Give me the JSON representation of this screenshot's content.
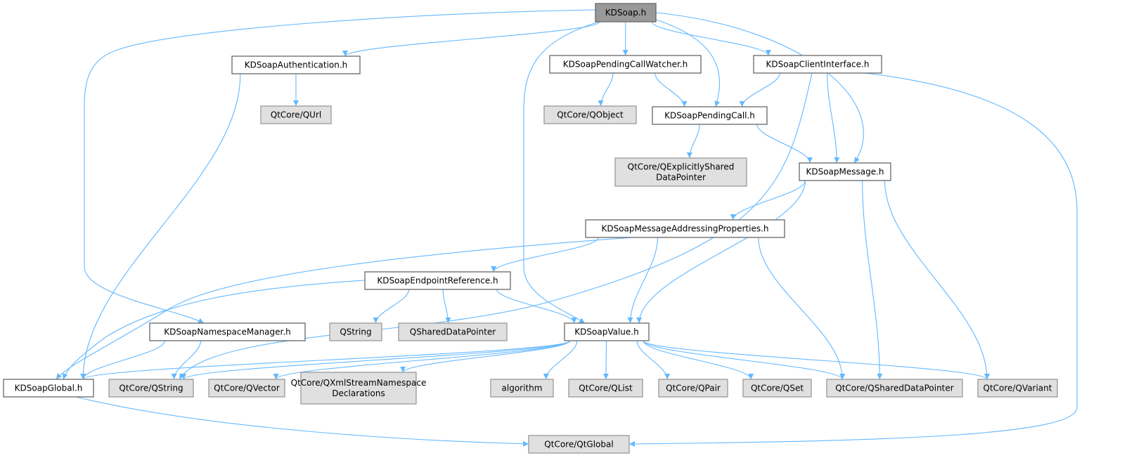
{
  "title": "KDSoap.h include dependency graph",
  "colors": {
    "edge": "#63b8ff",
    "root_fill": "#999999",
    "local_fill": "#ffffff",
    "system_fill": "#e0e0e0",
    "border": "#666666",
    "system_border": "#999999"
  },
  "nodes": [
    {
      "id": "kdsoap",
      "label": "KDSoap.h",
      "kind": "root"
    },
    {
      "id": "auth",
      "label": "KDSoapAuthentication.h",
      "kind": "local"
    },
    {
      "id": "watcher",
      "label": "KDSoapPendingCallWatcher.h",
      "kind": "local"
    },
    {
      "id": "client",
      "label": "KDSoapClientInterface.h",
      "kind": "local"
    },
    {
      "id": "qurl",
      "label": "QtCore/QUrl",
      "kind": "system"
    },
    {
      "id": "qobject",
      "label": "QtCore/QObject",
      "kind": "system"
    },
    {
      "id": "pending",
      "label": "KDSoapPendingCall.h",
      "kind": "local"
    },
    {
      "id": "qexpl",
      "label": "QtCore/QExplicitlyShared\nDataPointer",
      "kind": "system"
    },
    {
      "id": "message",
      "label": "KDSoapMessage.h",
      "kind": "local"
    },
    {
      "id": "map",
      "label": "KDSoapMessageAddressingProperties.h",
      "kind": "local"
    },
    {
      "id": "endpoint",
      "label": "KDSoapEndpointReference.h",
      "kind": "local"
    },
    {
      "id": "qstring_bare",
      "label": "QString",
      "kind": "system"
    },
    {
      "id": "qshared_bare",
      "label": "QSharedDataPointer",
      "kind": "system"
    },
    {
      "id": "value",
      "label": "KDSoapValue.h",
      "kind": "local"
    },
    {
      "id": "nsmgr",
      "label": "KDSoapNamespaceManager.h",
      "kind": "local"
    },
    {
      "id": "global",
      "label": "KDSoapGlobal.h",
      "kind": "local"
    },
    {
      "id": "qstring",
      "label": "QtCore/QString",
      "kind": "system"
    },
    {
      "id": "qvector",
      "label": "QtCore/QVector",
      "kind": "system"
    },
    {
      "id": "qxml",
      "label": "QtCore/QXmlStreamNamespace\nDeclarations",
      "kind": "system"
    },
    {
      "id": "algorithm",
      "label": "algorithm",
      "kind": "system"
    },
    {
      "id": "qlist",
      "label": "QtCore/QList",
      "kind": "system"
    },
    {
      "id": "qpair",
      "label": "QtCore/QPair",
      "kind": "system"
    },
    {
      "id": "qset",
      "label": "QtCore/QSet",
      "kind": "system"
    },
    {
      "id": "qshared",
      "label": "QtCore/QSharedDataPointer",
      "kind": "system"
    },
    {
      "id": "qvariant",
      "label": "QtCore/QVariant",
      "kind": "system"
    },
    {
      "id": "qtglobal",
      "label": "QtCore/QtGlobal",
      "kind": "system"
    }
  ],
  "edges": [
    [
      "kdsoap",
      "auth"
    ],
    [
      "kdsoap",
      "watcher"
    ],
    [
      "kdsoap",
      "pending"
    ],
    [
      "kdsoap",
      "client"
    ],
    [
      "kdsoap",
      "message"
    ],
    [
      "kdsoap",
      "value"
    ],
    [
      "kdsoap",
      "nsmgr"
    ],
    [
      "auth",
      "qurl"
    ],
    [
      "auth",
      "global"
    ],
    [
      "watcher",
      "qobject"
    ],
    [
      "watcher",
      "pending"
    ],
    [
      "client",
      "pending"
    ],
    [
      "client",
      "message"
    ],
    [
      "client",
      "qstring"
    ],
    [
      "client",
      "qtglobal"
    ],
    [
      "pending",
      "qexpl"
    ],
    [
      "pending",
      "message"
    ],
    [
      "message",
      "map"
    ],
    [
      "message",
      "value"
    ],
    [
      "message",
      "qshared"
    ],
    [
      "message",
      "qvariant"
    ],
    [
      "map",
      "endpoint"
    ],
    [
      "map",
      "global"
    ],
    [
      "map",
      "value"
    ],
    [
      "map",
      "qshared"
    ],
    [
      "endpoint",
      "qstring_bare"
    ],
    [
      "endpoint",
      "qshared_bare"
    ],
    [
      "endpoint",
      "value"
    ],
    [
      "endpoint",
      "global"
    ],
    [
      "nsmgr",
      "global"
    ],
    [
      "nsmgr",
      "qstring"
    ],
    [
      "value",
      "global"
    ],
    [
      "value",
      "qstring"
    ],
    [
      "value",
      "qvector"
    ],
    [
      "value",
      "qxml"
    ],
    [
      "value",
      "algorithm"
    ],
    [
      "value",
      "qlist"
    ],
    [
      "value",
      "qpair"
    ],
    [
      "value",
      "qset"
    ],
    [
      "value",
      "qshared"
    ],
    [
      "value",
      "qvariant"
    ],
    [
      "global",
      "qtglobal"
    ]
  ]
}
